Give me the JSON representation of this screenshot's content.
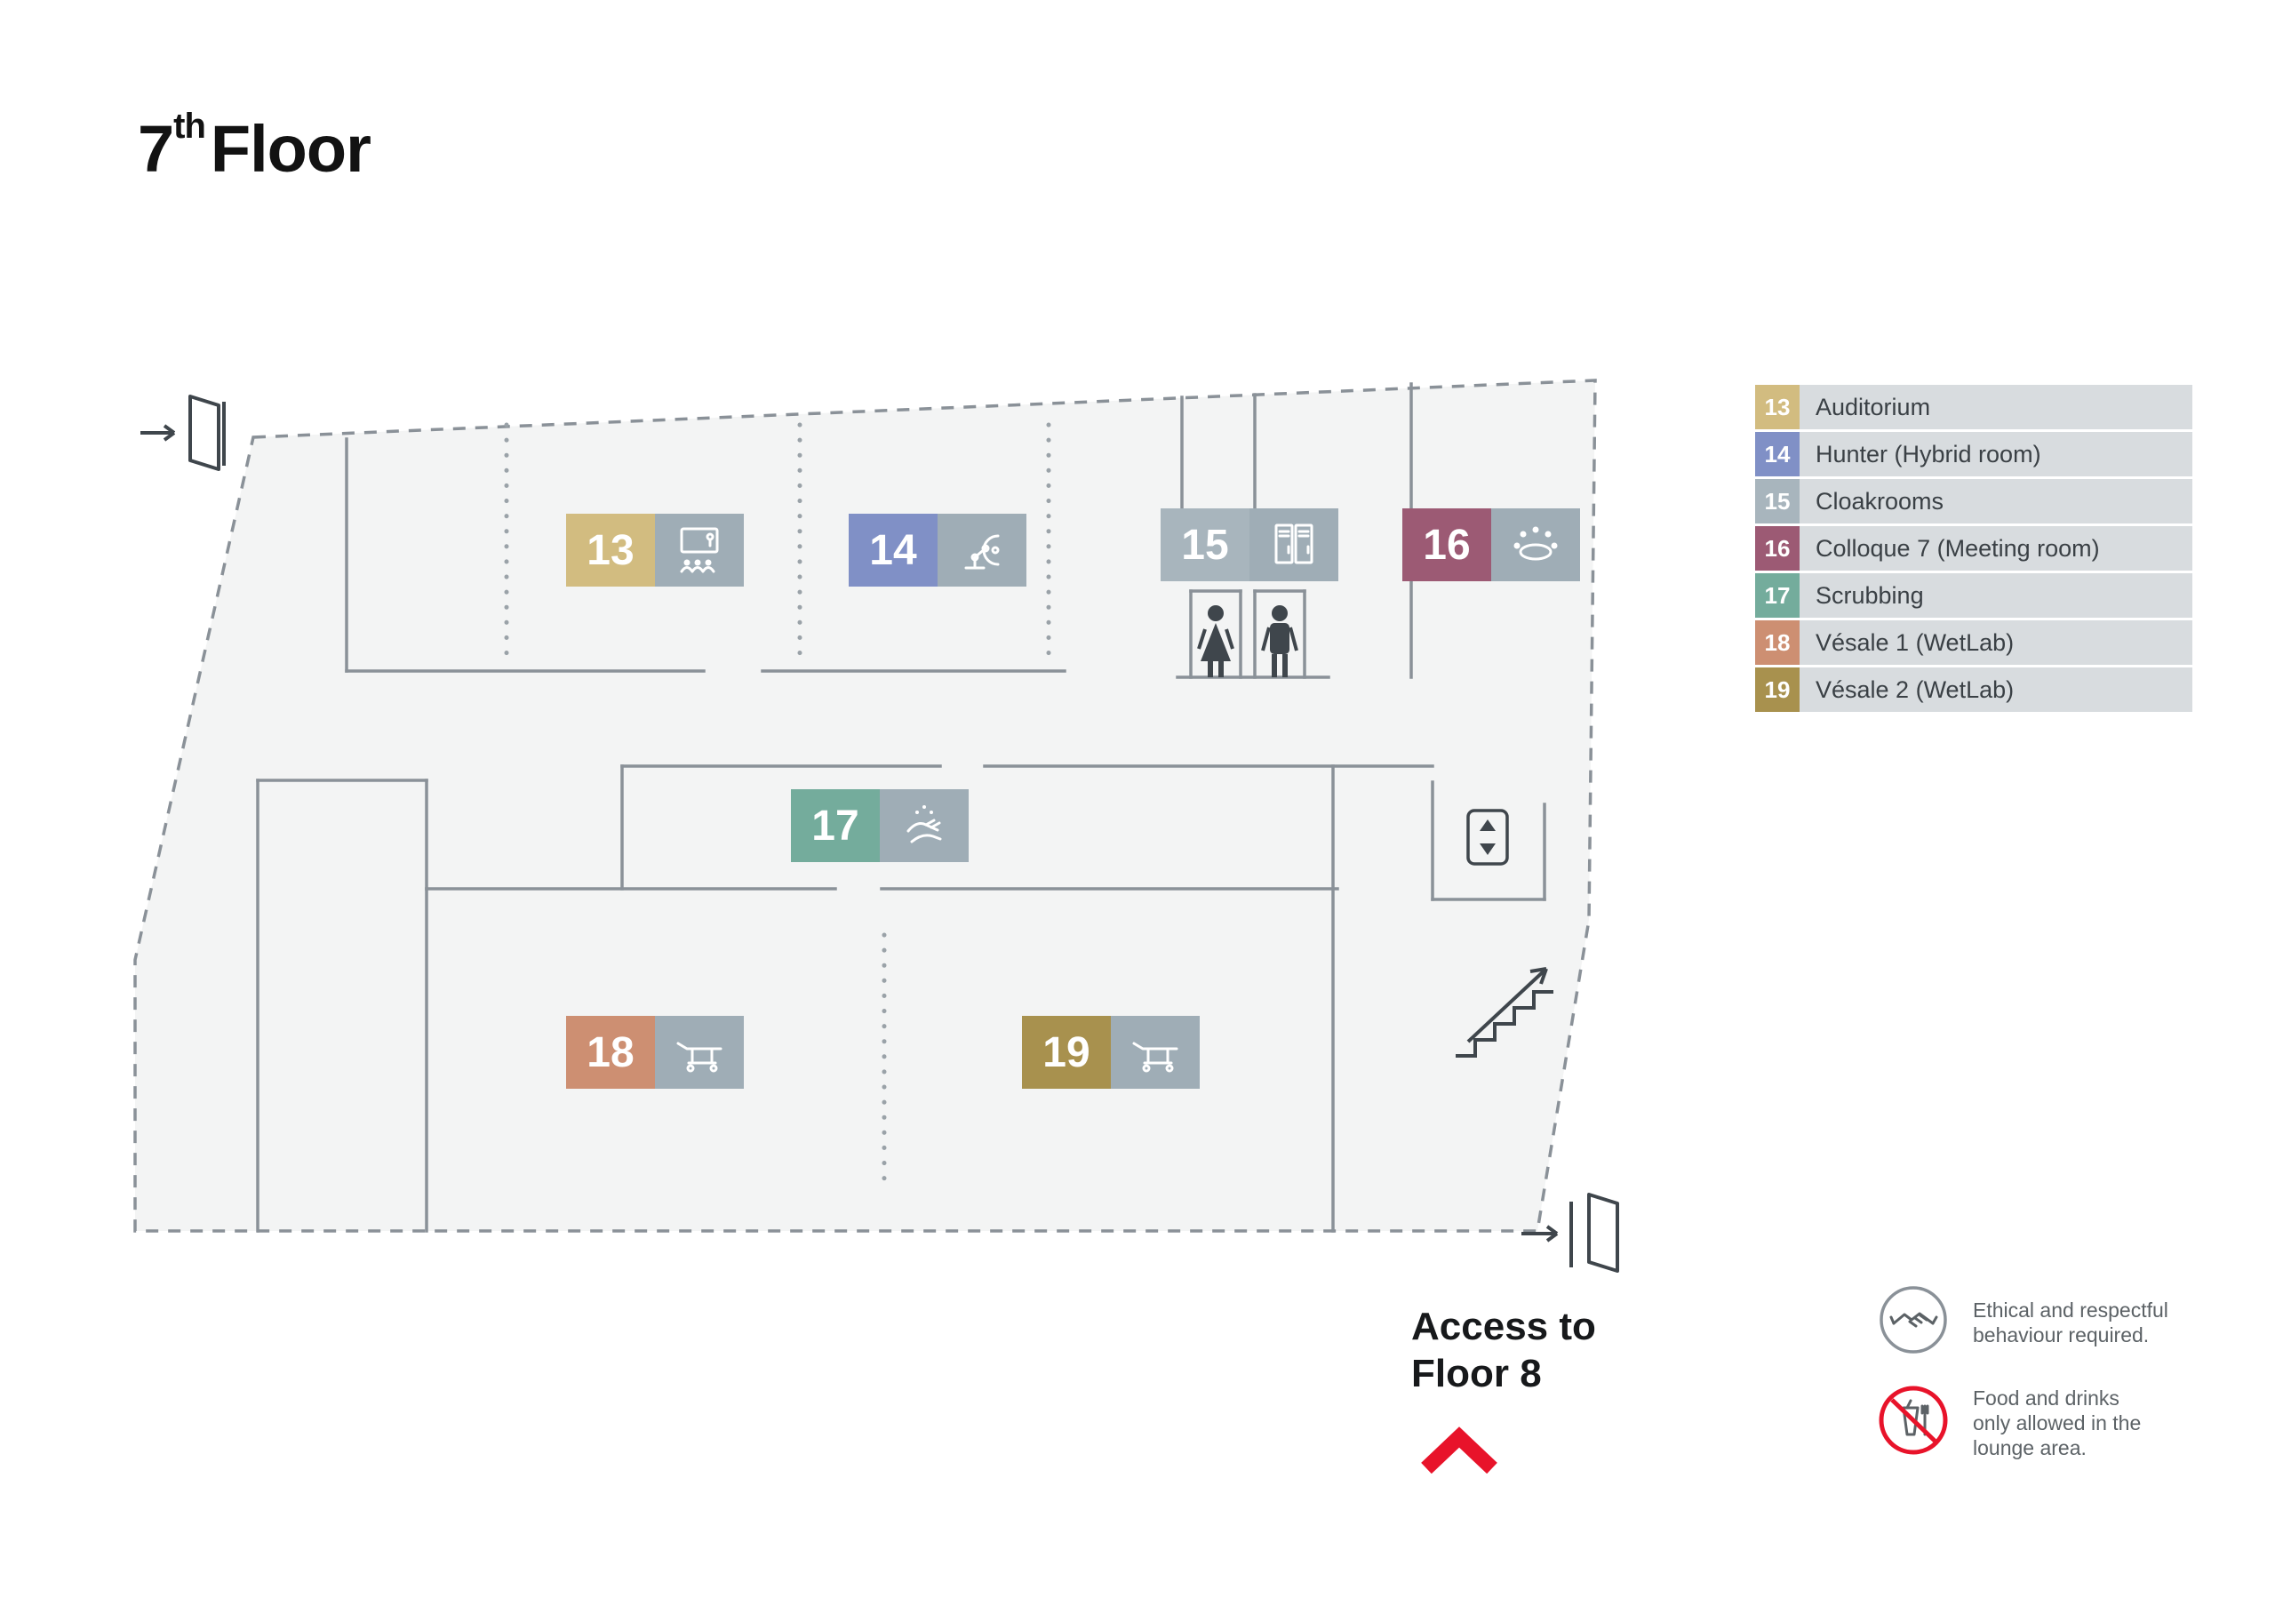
{
  "title": {
    "floor_number": "7",
    "ordinal_suffix": "th",
    "label": "Floor"
  },
  "legend": {
    "items": [
      {
        "number": "13",
        "label": "Auditorium",
        "color": "#d2bc80",
        "icon": "auditorium-icon"
      },
      {
        "number": "14",
        "label": "Hunter (Hybrid room)",
        "color": "#8090c6",
        "icon": "robot-arm-icon"
      },
      {
        "number": "15",
        "label": "Cloakrooms",
        "color": "#a8b5bd",
        "icon": "lockers-icon"
      },
      {
        "number": "16",
        "label": "Colloque 7 (Meeting room)",
        "color": "#9c5a74",
        "icon": "meeting-table-icon"
      },
      {
        "number": "17",
        "label": "Scrubbing",
        "color": "#74ac9c",
        "icon": "hand-washing-icon"
      },
      {
        "number": "18",
        "label": "Vésale 1 (WetLab)",
        "color": "#cd8f72",
        "icon": "operating-table-icon"
      },
      {
        "number": "19",
        "label": "Vésale 2 (WetLab)",
        "color": "#a8914e",
        "icon": "operating-table-icon"
      }
    ]
  },
  "access": {
    "line1": "Access to",
    "line2": "Floor 8"
  },
  "notes": [
    {
      "icon": "handshake-icon",
      "lines": [
        "Ethical and respectful",
        "behaviour required.",
        ""
      ]
    },
    {
      "icon": "no-food-drink-icon",
      "lines": [
        "Food and drinks",
        "only allowed in the",
        "lounge area."
      ]
    }
  ],
  "colors": {
    "accent_red": "#e8132a",
    "wall_gray": "#8a9198",
    "floor_fill": "#f3f4f4",
    "icon_block_gray": "#9fadb6",
    "legend_label_bg": "#d8dcdf",
    "figure_dark": "#3f464c"
  }
}
